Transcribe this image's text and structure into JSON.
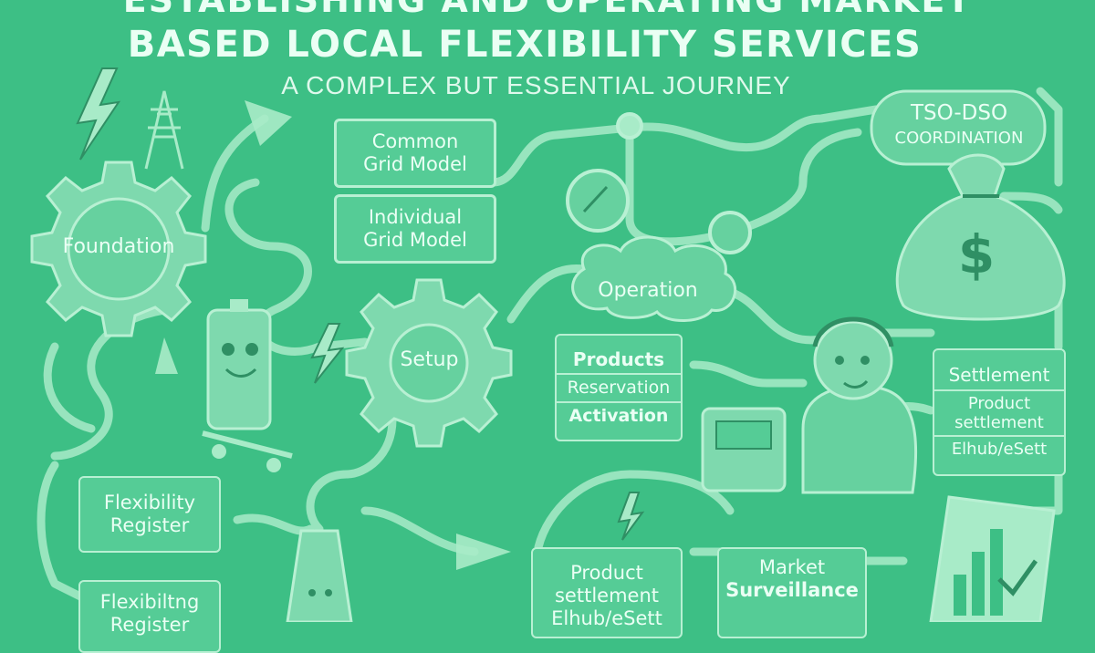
{
  "title": {
    "line1": "ESTABLISHING AND OPERATING MARKET",
    "line2": "BASED LOCAL FLEXIBILITY SERVICES",
    "subtitle": "A COMPLEX BUT ESSENTIAL JOURNEY"
  },
  "nodes": {
    "foundation": "Foundation",
    "setup": "Setup",
    "operation": "Operation",
    "tso_dso": [
      "TSO-DSO",
      "COORDINATION"
    ],
    "common_grid": [
      "Common",
      "Grid Model"
    ],
    "individual_grid": [
      "Individual",
      "Grid Model"
    ],
    "products_box": [
      "Products",
      "Reservation",
      "Activation"
    ],
    "settlement_box": [
      "Settlement",
      "Product",
      "settlement",
      "Elhub/eSett"
    ],
    "flex_register": [
      "Flexibility",
      "Register"
    ],
    "flex_register2": [
      "Flexibiltng",
      "Register"
    ],
    "product_settlement": [
      "Product",
      "settlement",
      "Elhub/eSett"
    ],
    "market_surveillance": [
      "Market",
      "Surveillance"
    ]
  },
  "icons": {
    "money_symbol": "$"
  },
  "colors": {
    "background": "#3dbf85",
    "line": "#b8f0d3",
    "box_fill": "#55cc96",
    "text": "#eafff4"
  }
}
